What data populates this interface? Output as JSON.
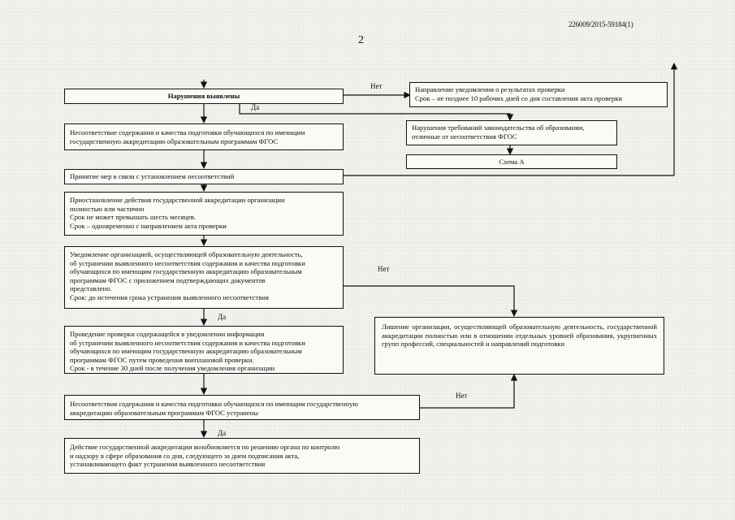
{
  "header": {
    "doc_id": "226009/2015-59184(1)",
    "page_number": "2"
  },
  "diagram": {
    "nodes": {
      "violations_found": "Нарушения выявлены",
      "notice_result": "Направление уведомления о результатах проверки\nСрок – не позднее 10 рабочих дней со дня составления акта проверки",
      "mismatch_fgos": "Несоответствие содержания и качества подготовки обучающихся по имеющим\nгосударственную аккредитацию образовательным программам ФГОС",
      "other_violations": "Нарушения требований законодательства об образовании,\nотличные от несоответствия ФГОС",
      "scheme_a": "Схема А",
      "measures": "Принятие мер в связи с установлением несоответствий",
      "suspension": "Приостановление действия государственной аккредитации организации\nполностью или частично\nСрок не может превышать шесть месяцев.\nСрок – одновременно с направлением акта проверки",
      "org_notice": "Уведомление организацией, осуществляющей образовательную деятельность,\nоб устранении выявленного несоответствия содержания и качества подготовки\nобучающихся по имеющим государственную аккредитацию образовательным\nпрограммам ФГОС с приложением подтверждающих документов\nпредставлено.\nСрок: до истечения срока устранения выявленного несоответствия",
      "inspection": "Проведение проверки содержащейся в уведомлении информации\nоб устранении выявленного несоответствия содержания и качества подготовки\nобучающихся по имеющим государственную аккредитацию образовательным\nпрограммам ФГОС путем проведения внеплановой проверки.\nСрок - в течение 30 дней после получения уведомления организации",
      "deprivation": "Лишение организации, осуществляющей образовательную деятельность, государственной аккредитации полностью или в отношении отдельных уровней образования, укрупненных групп профессий, специальностей и направлений подготовки",
      "mismatch_fixed": "Несоответствия содержания и качества подготовки обучающихся по имеющим государственную\nаккредитацию образовательным программам ФГОС устранены",
      "resumed": "Действие государственной аккредитации возобновляется по решению органа по контролю\nи надзору в сфере образования со дня, следующего за днем подписания акта,\nустанавливающего факт устранения выявленного несоответствия"
    },
    "labels": {
      "no_1": "Нет",
      "yes_1": "Да",
      "no_2": "Нет",
      "yes_2": "Да",
      "no_3": "Нет",
      "yes_3": "Да"
    }
  }
}
